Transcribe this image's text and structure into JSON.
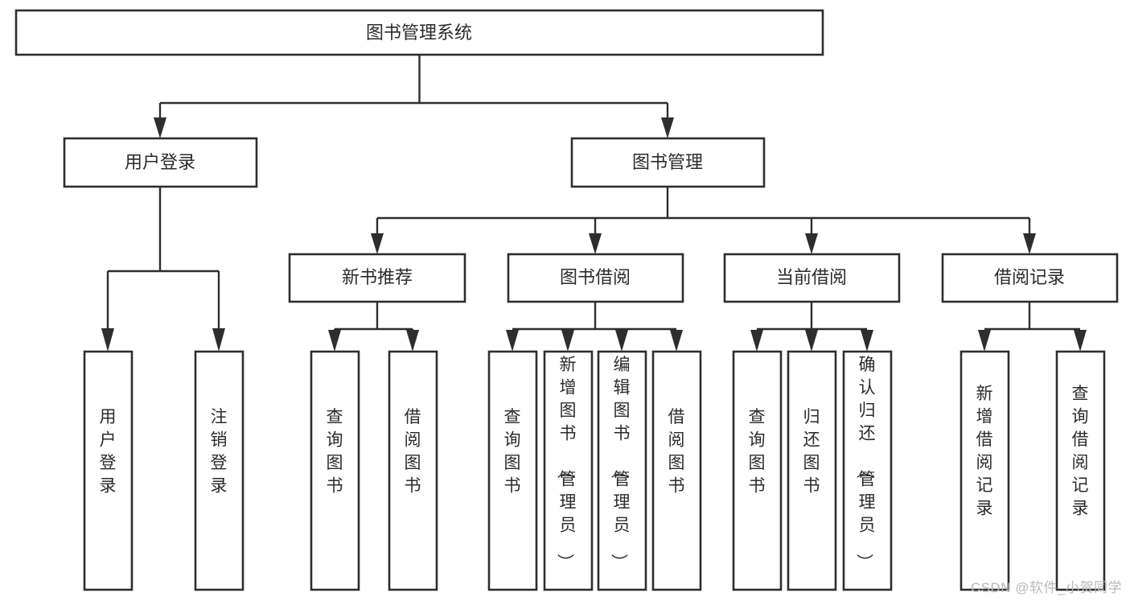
{
  "diagram": {
    "type": "tree-hierarchy-chart",
    "title": "图书管理系统",
    "watermark": "CSDN @软件_小贺同学",
    "colors": {
      "stroke": "#2e2e2e",
      "fill": "#ffffff",
      "text": "#2b2b2b",
      "watermark": "#b9b9b9"
    },
    "root": {
      "label": "图书管理系统",
      "orientation": "horizontal"
    },
    "level2": [
      {
        "label": "用户登录",
        "orientation": "horizontal"
      },
      {
        "label": "图书管理",
        "orientation": "horizontal"
      }
    ],
    "level3": [
      {
        "label": "新书推荐",
        "orientation": "horizontal",
        "parent": "图书管理"
      },
      {
        "label": "图书借阅",
        "orientation": "horizontal",
        "parent": "图书管理"
      },
      {
        "label": "当前借阅",
        "orientation": "horizontal",
        "parent": "图书管理"
      },
      {
        "label": "借阅记录",
        "orientation": "horizontal",
        "parent": "图书管理"
      }
    ],
    "leaves": {
      "用户登录": [
        {
          "label": "用户登录",
          "orientation": "vertical"
        },
        {
          "label": "注销登录",
          "orientation": "vertical"
        }
      ],
      "新书推荐": [
        {
          "label": "查询图书",
          "orientation": "vertical"
        },
        {
          "label": "借阅图书",
          "orientation": "vertical"
        }
      ],
      "图书借阅": [
        {
          "label": "查询图书",
          "orientation": "vertical"
        },
        {
          "label": "新增图书（管理员）",
          "orientation": "vertical"
        },
        {
          "label": "编辑图书（管理员）",
          "orientation": "vertical"
        },
        {
          "label": "借阅图书",
          "orientation": "vertical"
        }
      ],
      "当前借阅": [
        {
          "label": "查询图书",
          "orientation": "vertical"
        },
        {
          "label": "归还图书",
          "orientation": "vertical"
        },
        {
          "label": "确认归还（管理员）",
          "orientation": "vertical"
        }
      ],
      "借阅记录": [
        {
          "label": "新增借阅记录",
          "orientation": "vertical"
        },
        {
          "label": "查询借阅记录",
          "orientation": "vertical"
        }
      ]
    }
  }
}
